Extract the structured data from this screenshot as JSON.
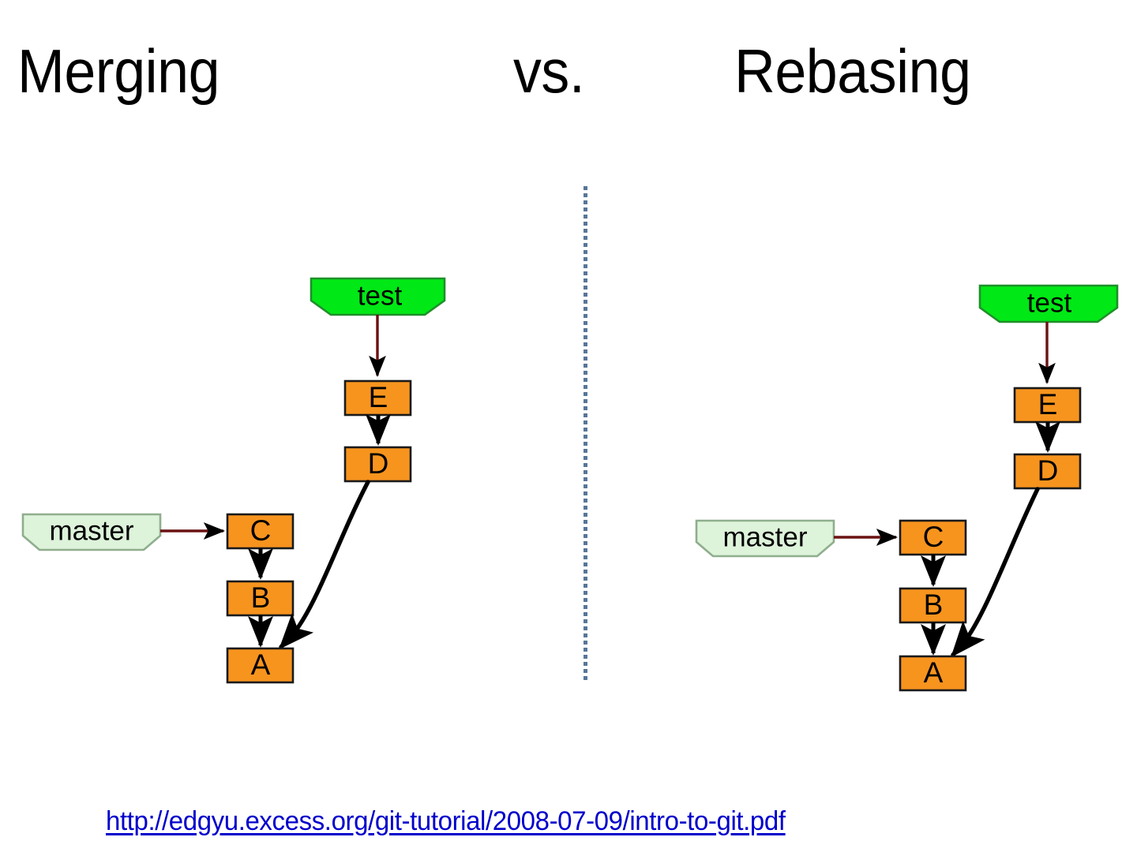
{
  "slide": {
    "title": {
      "left_word": "Merging",
      "middle_word": "vs.",
      "right_word": "Rebasing"
    },
    "footer_url": "http://edgyu.excess.org/git-tutorial/2008-07-09/intro-to-git.pdf"
  },
  "colors": {
    "commit_fill": "#f7941e",
    "commit_stroke": "#1a1a1a",
    "branch_test_fill": "#00e815",
    "branch_test_stroke": "#1f8f2a",
    "branch_master_fill": "#ddf3da",
    "branch_master_stroke": "#8fae8d",
    "branch_pointer_arrow": "#6b1212",
    "parent_arrow": "#000000",
    "divider": "#4f6f93",
    "link": "#0000cc",
    "title": "#000000",
    "background": "#ffffff"
  },
  "diagrams": [
    {
      "name": "merging",
      "branch_tags": [
        {
          "id": "test",
          "label": "test",
          "style": "test"
        },
        {
          "id": "master",
          "label": "master",
          "style": "master"
        }
      ],
      "commits": [
        {
          "id": "E",
          "label": "E"
        },
        {
          "id": "D",
          "label": "D"
        },
        {
          "id": "C",
          "label": "C"
        },
        {
          "id": "B",
          "label": "B"
        },
        {
          "id": "A",
          "label": "A"
        }
      ],
      "edges": [
        {
          "from": "test",
          "to": "E",
          "kind": "branch-pointer"
        },
        {
          "from": "master",
          "to": "C",
          "kind": "branch-pointer"
        },
        {
          "from": "E",
          "to": "D",
          "kind": "parent"
        },
        {
          "from": "C",
          "to": "B",
          "kind": "parent"
        },
        {
          "from": "B",
          "to": "A",
          "kind": "parent"
        },
        {
          "from": "D",
          "to": "A",
          "kind": "parent-curved"
        }
      ]
    },
    {
      "name": "rebasing",
      "branch_tags": [
        {
          "id": "test",
          "label": "test",
          "style": "test"
        },
        {
          "id": "master",
          "label": "master",
          "style": "master"
        }
      ],
      "commits": [
        {
          "id": "E",
          "label": "E"
        },
        {
          "id": "D",
          "label": "D"
        },
        {
          "id": "C",
          "label": "C"
        },
        {
          "id": "B",
          "label": "B"
        },
        {
          "id": "A",
          "label": "A"
        }
      ],
      "edges": [
        {
          "from": "test",
          "to": "E",
          "kind": "branch-pointer"
        },
        {
          "from": "master",
          "to": "C",
          "kind": "branch-pointer"
        },
        {
          "from": "E",
          "to": "D",
          "kind": "parent"
        },
        {
          "from": "C",
          "to": "B",
          "kind": "parent"
        },
        {
          "from": "B",
          "to": "A",
          "kind": "parent"
        },
        {
          "from": "D",
          "to": "A",
          "kind": "parent-curved"
        }
      ]
    }
  ]
}
